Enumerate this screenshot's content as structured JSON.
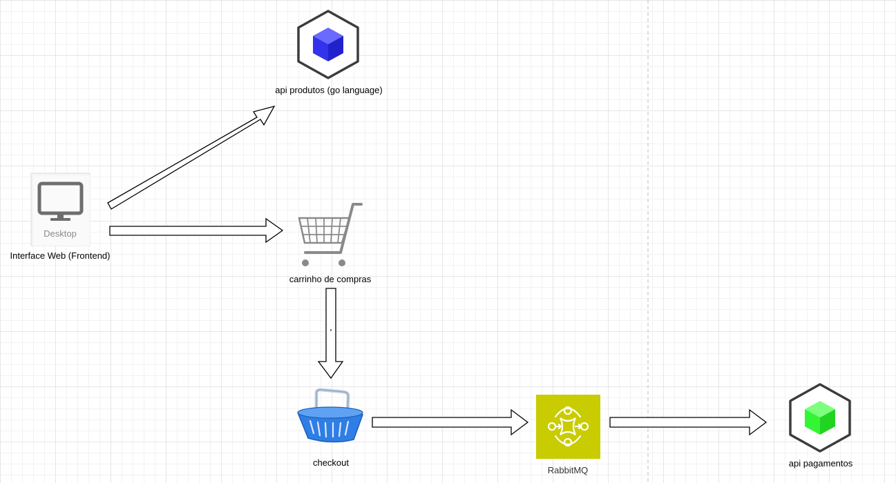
{
  "nodes": {
    "api_produtos": {
      "label": "api produtos (go language)",
      "icon": "cube-icon",
      "color": "#3b3bf5"
    },
    "desktop": {
      "label": "Interface Web (Frontend)",
      "inner_label": "Desktop",
      "icon": "monitor-icon"
    },
    "carrinho": {
      "label": "carrinho de compras",
      "icon": "shopping-cart-icon"
    },
    "checkout": {
      "label": "checkout",
      "icon": "shopping-basket-icon",
      "color": "#2e7be6"
    },
    "rabbitmq": {
      "label": "RabbitMQ",
      "icon": "rabbitmq-icon",
      "color": "#c8cc00"
    },
    "api_pagamentos": {
      "label": "api pagamentos",
      "icon": "cube-icon",
      "color": "#33f533"
    }
  },
  "edges": [
    {
      "from": "desktop",
      "to": "api_produtos"
    },
    {
      "from": "desktop",
      "to": "carrinho"
    },
    {
      "from": "carrinho",
      "to": "checkout"
    },
    {
      "from": "checkout",
      "to": "rabbitmq"
    },
    {
      "from": "rabbitmq",
      "to": "api_pagamentos"
    }
  ]
}
